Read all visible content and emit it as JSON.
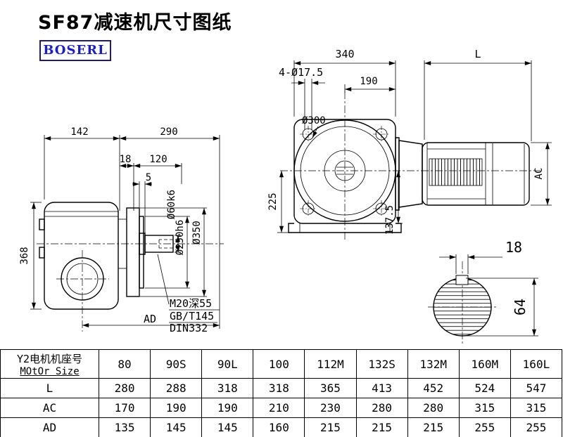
{
  "header": {
    "title": "SF87减速机尺寸图纸",
    "logo": "BOSERL"
  },
  "left_view": {
    "w_housing": "142",
    "w_flange": "290",
    "w_step": "18",
    "w_shaft": "120",
    "w_gap": "5",
    "height": "368",
    "shaft_dia": "Ø60k6",
    "spigot_dia": "Ø250h6",
    "flange_dia": "Ø350",
    "ad": "AD",
    "notes": [
      "M20深55",
      "GB/T145",
      "DIN332"
    ]
  },
  "right_view": {
    "width": "340",
    "motor_len": "L",
    "holes": "4-Ø17.5",
    "w_half": "190",
    "bolt_circle": "Ø300",
    "h_center": "225",
    "h_foot": "137.5",
    "ac": "AC",
    "key_width": "18",
    "shaft_d": "64"
  },
  "table": {
    "header_cn": "Y2电机机座号",
    "header_en": "MOtOr Size",
    "sizes": [
      "80",
      "90S",
      "90L",
      "100",
      "112M",
      "132S",
      "132M",
      "160M",
      "160L"
    ],
    "rows": [
      {
        "label": "L",
        "values": [
          "280",
          "288",
          "318",
          "318",
          "365",
          "413",
          "452",
          "524",
          "547"
        ]
      },
      {
        "label": "AC",
        "values": [
          "170",
          "190",
          "190",
          "210",
          "230",
          "280",
          "280",
          "315",
          "315"
        ]
      },
      {
        "label": "AD",
        "values": [
          "135",
          "145",
          "145",
          "160",
          "215",
          "215",
          "215",
          "255",
          "255"
        ]
      }
    ]
  }
}
